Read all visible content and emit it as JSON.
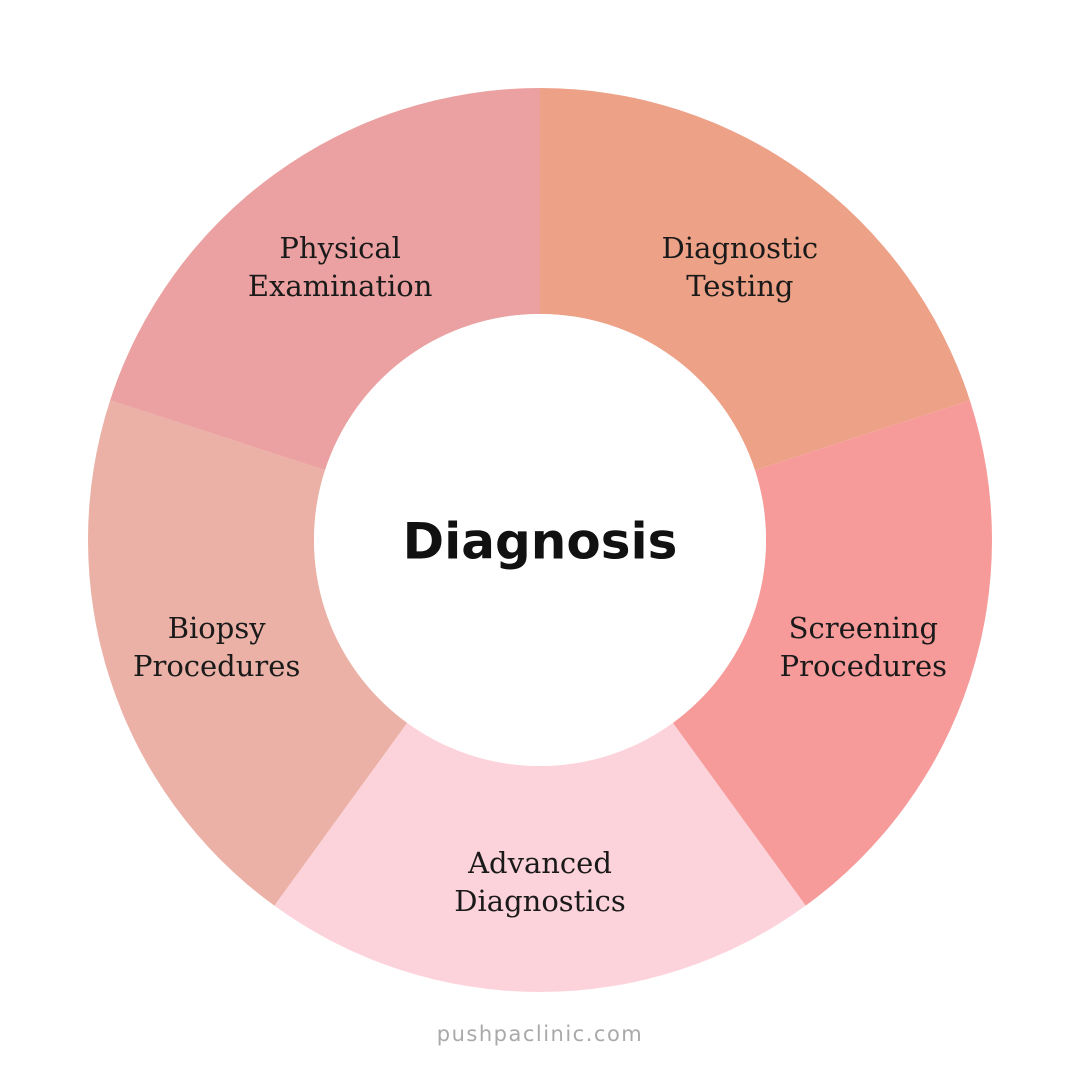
{
  "center": {
    "title": "Diagnosis"
  },
  "segments": [
    {
      "line1": "Diagnostic",
      "line2": "Testing",
      "color": "#EDA186"
    },
    {
      "line1": "Screening",
      "line2": "Procedures",
      "color": "#F69B9A"
    },
    {
      "line1": "Advanced",
      "line2": "Diagnostics",
      "color": "#FDD3DB"
    },
    {
      "line1": "Biopsy",
      "line2": "Procedures",
      "color": "#EBB1A6"
    },
    {
      "line1": "Physical",
      "line2": "Examination",
      "color": "#EBA1A1"
    }
  ],
  "footer": {
    "text": "pushpaclinic.com"
  }
}
